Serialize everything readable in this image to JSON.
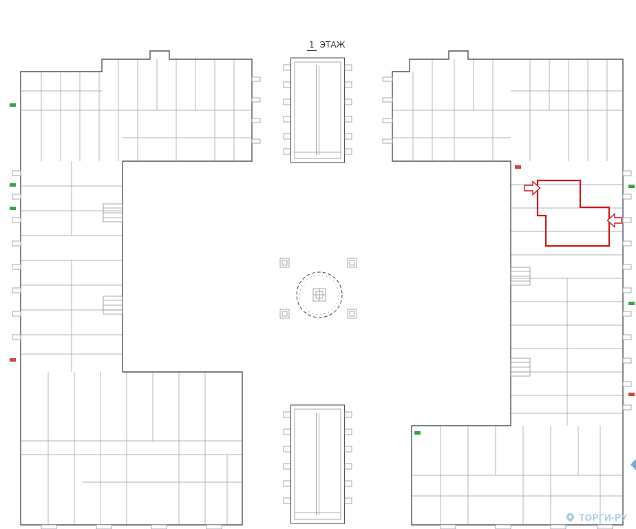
{
  "header": {
    "floor_number": "1",
    "floor_word": "ЭТАЖ"
  },
  "plan": {
    "colors": {
      "background": "#ffffff",
      "outline": "#4e545c",
      "detail": "#8b919b",
      "highlight": "#d01414",
      "tag_green": "#39a14b",
      "tag_red": "#d04545",
      "edge_blue": "#66a3d9",
      "watermark": "#a9cbe9"
    },
    "icons": {
      "watermark_icon": "location-pin-icon",
      "unit_pointer_left": "arrow-right-icon",
      "unit_pointer_right": "arrow-left-icon",
      "edge_marker": "edge-flag-icon"
    }
  },
  "watermark": {
    "text": "ТОРГИ-РУ"
  }
}
